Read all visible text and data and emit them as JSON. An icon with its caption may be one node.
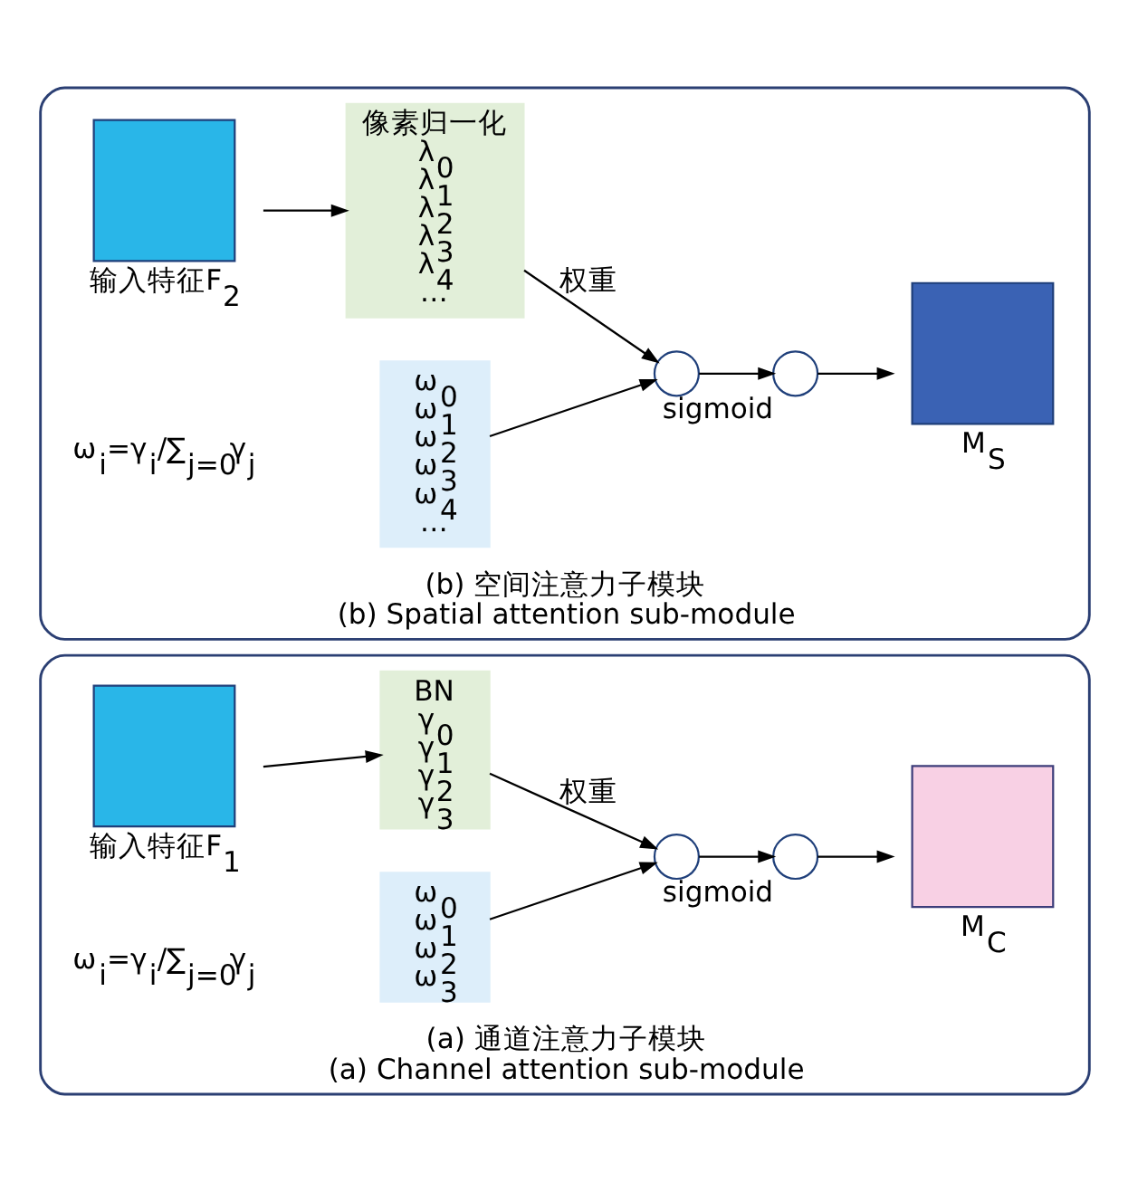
{
  "diagram": {
    "nodes": [
      {
        "text": [
          "(a) 通道注意力子模块",
          "(a) Channel attention sub-module"
        ]
      },
      {
        "text": [],
        "shape": "box",
        "in": 0,
        "beside": [
          "输入特征F$_{1}$"
        ]
      },
      {
        "text": [
          "BN",
          "γ$_{0}$",
          "γ$_{1}$",
          "γ$_{2}$",
          "γ$_{3}$"
        ],
        "in": 0
      },
      {
        "text": [
          "ω$_{0}$",
          "ω$_{1}$",
          "ω$_{2}$",
          "ω$_{3}$"
        ],
        "in": 0
      },
      {
        "text": [],
        "shape": "circle",
        "in": 0
      },
      {
        "text": [],
        "shape": "circle",
        "in": 0,
        "beside": [
          "sigmoid"
        ]
      },
      {
        "text": [],
        "shape": "box",
        "in": 0,
        "beside": [
          "M$_{C}$"
        ]
      },
      {
        "text": [
          "(b) 空间注意力子模块",
          "(b) Spatial attention sub-module"
        ]
      },
      {
        "text": [],
        "shape": "box",
        "in": 7,
        "beside": [
          "输入特征F$_{2}$"
        ]
      },
      {
        "text": [
          "像素归一化",
          "λ$_{0}$",
          "λ$_{1}$",
          "λ$_{2}$",
          "λ$_{3}$",
          "λ$_{4}$",
          "…"
        ],
        "in": 7
      },
      {
        "text": [
          "ω$_{0}$",
          "ω$_{1}$",
          "ω$_{2}$",
          "ω$_{3}$",
          "ω$_{4}$",
          "…"
        ],
        "in": 7
      },
      {
        "text": [],
        "shape": "circle",
        "in": 7
      },
      {
        "text": [],
        "shape": "circle",
        "in": 7,
        "beside": [
          "sigmoid"
        ]
      },
      {
        "text": [],
        "shape": "box",
        "in": 7,
        "beside": [
          "M$_{S}$"
        ]
      }
    ],
    "edges": [
      {
        "from": 1,
        "to": 2,
        "arrow": "to"
      },
      {
        "from": 2,
        "to": 4,
        "arrow": "to",
        "label": "权重"
      },
      {
        "from": 3,
        "to": 4,
        "arrow": "to"
      },
      {
        "from": 4,
        "to": 5,
        "arrow": "to"
      },
      {
        "from": 5,
        "to": 6,
        "arrow": "to"
      },
      {
        "from": 8,
        "to": 9,
        "arrow": "to"
      },
      {
        "from": 9,
        "to": 11,
        "arrow": "to",
        "label": "权重"
      },
      {
        "from": 10,
        "to": 11,
        "arrow": "to"
      },
      {
        "from": 11,
        "to": 12,
        "arrow": "to"
      },
      {
        "from": 12,
        "to": 13,
        "arrow": "to"
      }
    ],
    "labels": [
      "ω$_{i}$=γ$_{i}$/∑$_{j=0}$γ$_{j}$",
      "ω$_{i}$=γ$_{i}$/∑$_{j=0}$γ$_{j}$"
    ]
  }
}
